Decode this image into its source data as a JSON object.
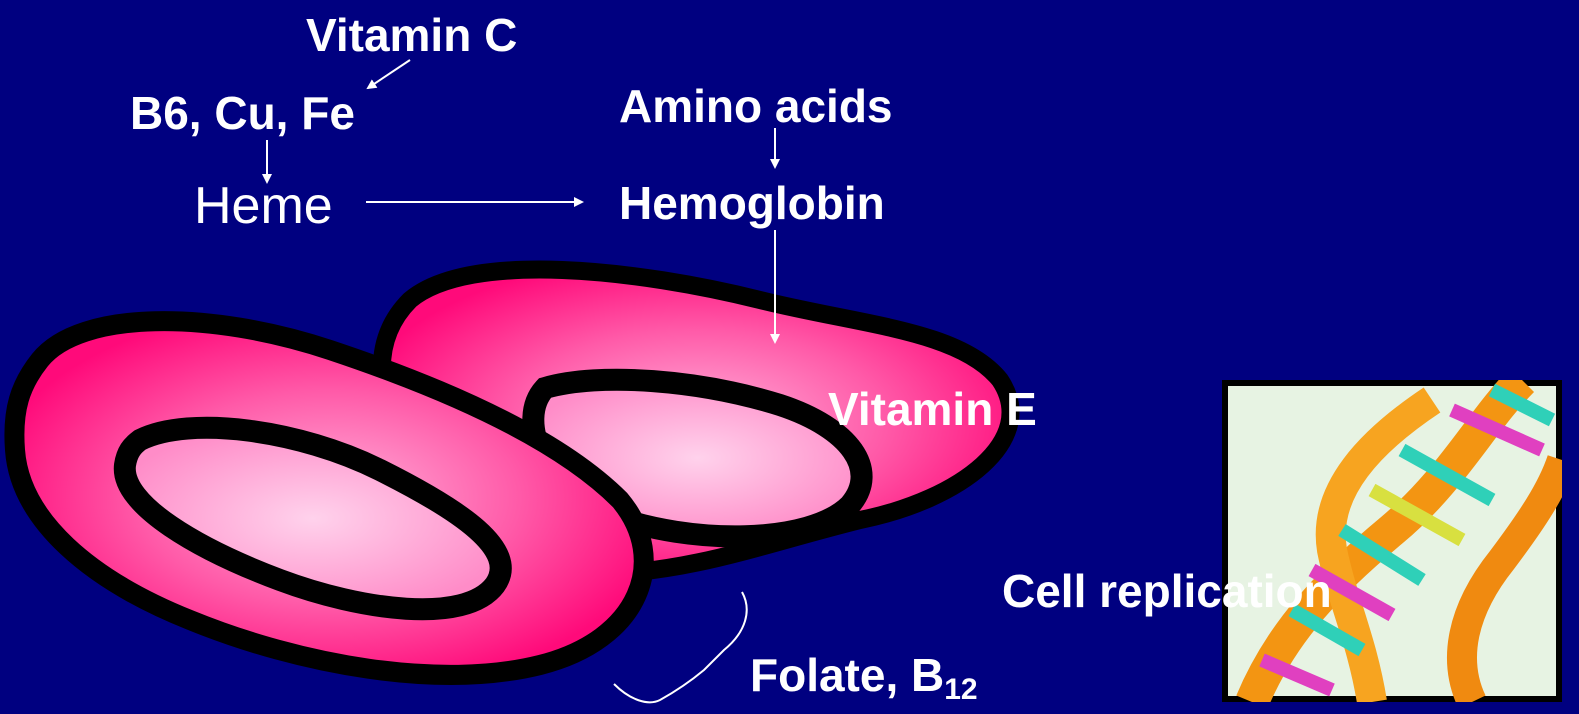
{
  "labels": {
    "vitamin_c": "Vitamin C",
    "cofactors": "B6, Cu, Fe",
    "heme": "Heme",
    "amino_acids": "Amino acids",
    "hemoglobin": "Hemoglobin",
    "vitamin_e": "Vitamin E",
    "cell_replication": "Cell replication",
    "folate": "Folate, B",
    "folate_subscript": "12"
  },
  "colors": {
    "background": "#000080",
    "text": "#ffffff",
    "cell_body": "#ff0a7a",
    "cell_center": "#ffa6d6",
    "outline": "#000000"
  },
  "icons": {
    "red_blood_cells": "red-blood-cells-clipart",
    "dna": "dna-helix-clipart"
  }
}
